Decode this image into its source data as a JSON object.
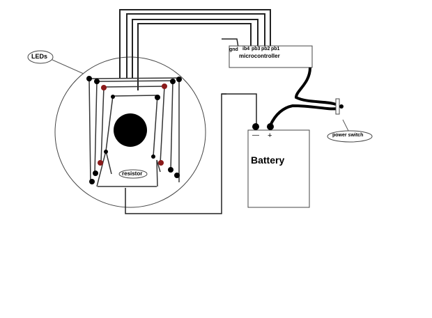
{
  "diagram": {
    "labels": {
      "leds": "LEDs",
      "microcontroller": "microcontroller",
      "pins": [
        "ib4",
        "pb3",
        "pb2",
        "pb1"
      ],
      "gnd": "gnd",
      "battery": "Battery",
      "battery_minus": "—",
      "battery_plus": "+",
      "power_switch": "power switch",
      "resistor": "resistor"
    },
    "led_colors": {
      "black": "#000000",
      "red": "#8b1a1a"
    }
  }
}
